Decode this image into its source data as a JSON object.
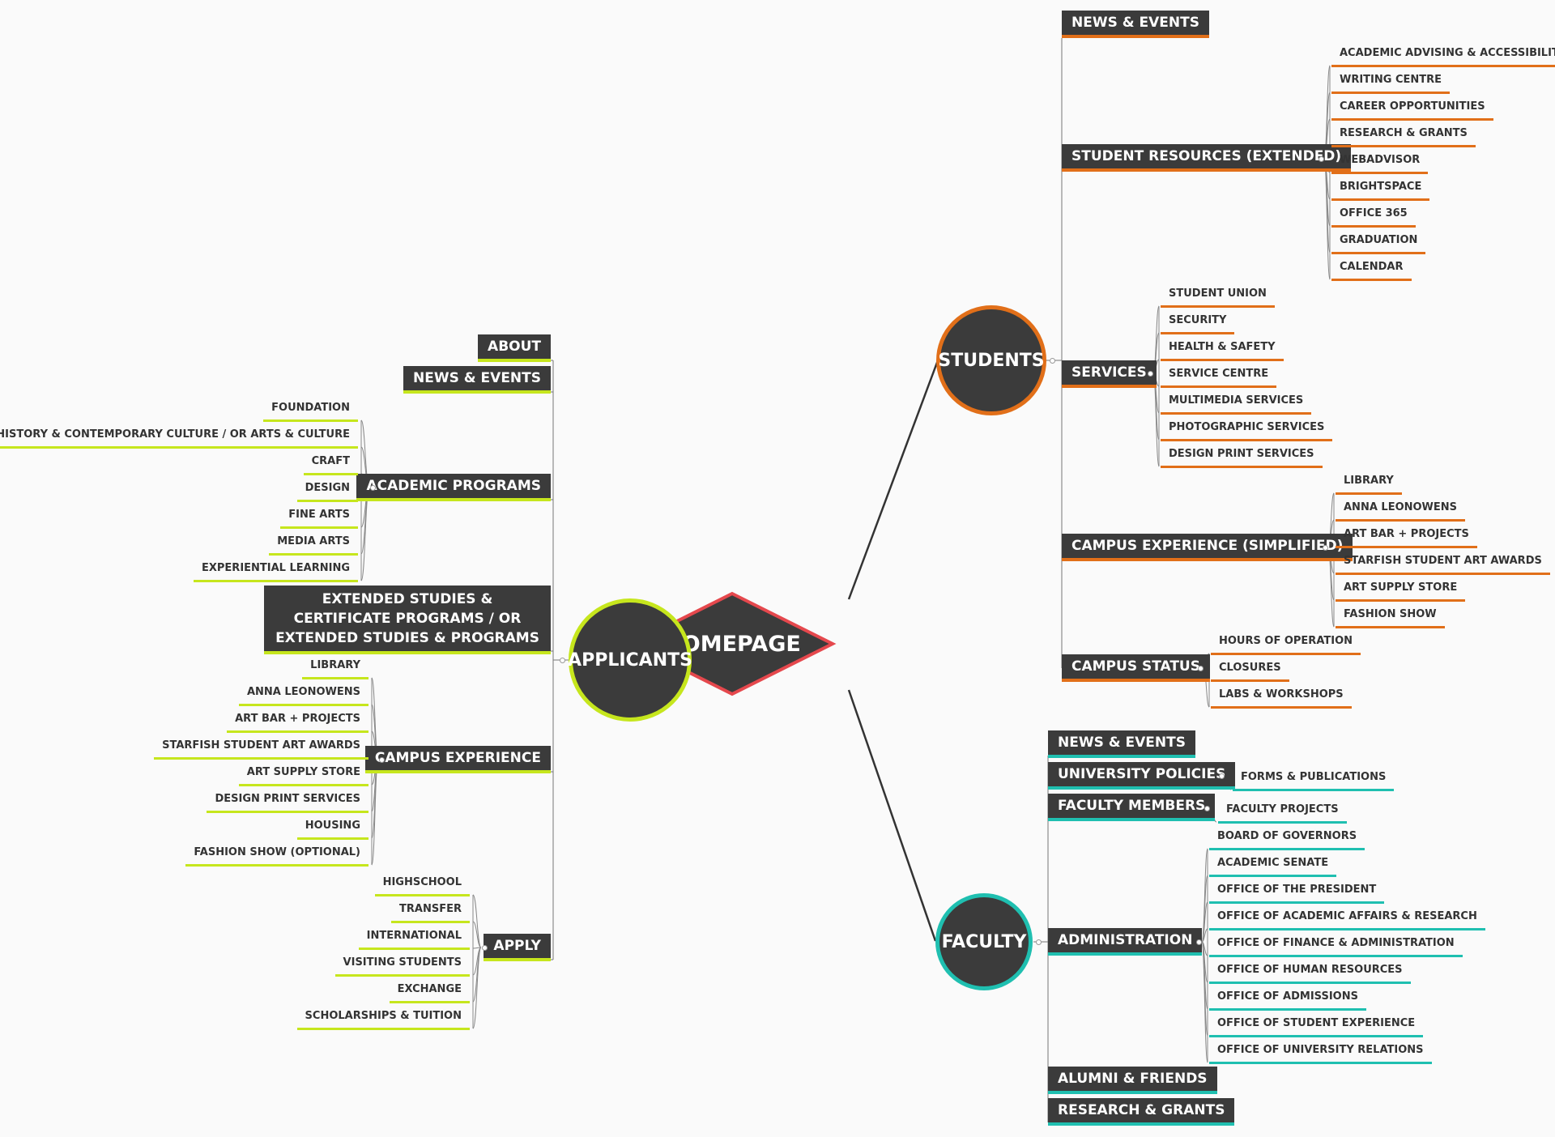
{
  "colors": {
    "root": "#e5484d",
    "applicants": "#c6e61d",
    "students": "#e16f19",
    "faculty": "#1fbfb0",
    "node_fill": "#3b3b3b",
    "line": "#555555"
  },
  "root": {
    "label": "HOMEPAGE"
  },
  "applicants": {
    "label": "APPLICANTS",
    "about": "ABOUT",
    "news_events": "NEWS & EVENTS",
    "academic_programs": {
      "label": "ACADEMIC PROGRAMS",
      "items": [
        "FOUNDATION",
        "ART HISTORY & CONTEMPORARY CULTURE / OR ARTS & CULTURE",
        "CRAFT",
        "DESIGN",
        "FINE ARTS",
        "MEDIA ARTS",
        "EXPERIENTIAL LEARNING"
      ]
    },
    "extended_studies": "EXTENDED STUDIES & CERTIFICATE PROGRAMS / OR EXTENDED STUDIES & PROGRAMS",
    "campus_experience": {
      "label": "CAMPUS EXPERIENCE",
      "items": [
        "LIBRARY",
        "ANNA LEONOWENS",
        "ART BAR + PROJECTS",
        "STARFISH STUDENT ART AWARDS",
        "ART SUPPLY STORE",
        "DESIGN PRINT SERVICES",
        "HOUSING",
        "FASHION SHOW (OPTIONAL)"
      ]
    },
    "apply": {
      "label": "APPLY",
      "items": [
        "HIGHSCHOOL",
        "TRANSFER",
        "INTERNATIONAL",
        "VISITING STUDENTS",
        "EXCHANGE",
        "SCHOLARSHIPS & TUITION"
      ]
    }
  },
  "students": {
    "label": "STUDENTS",
    "news_events": "NEWS & EVENTS",
    "resources": {
      "label": "STUDENT RESOURCES (EXTENDED)",
      "items": [
        "ACADEMIC ADVISING & ACCESSIBILITY",
        "WRITING CENTRE",
        "CAREER OPPORTUNITIES",
        "RESEARCH & GRANTS",
        "WEBADVISOR",
        "BRIGHTSPACE",
        "OFFICE 365",
        "GRADUATION",
        "CALENDAR"
      ]
    },
    "services": {
      "label": "SERVICES",
      "items": [
        "STUDENT UNION",
        "SECURITY",
        "HEALTH & SAFETY",
        "SERVICE CENTRE",
        "MULTIMEDIA SERVICES",
        "PHOTOGRAPHIC SERVICES",
        "DESIGN PRINT SERVICES"
      ]
    },
    "campus_experience": {
      "label": "CAMPUS EXPERIENCE (SIMPLIFIED)",
      "items": [
        "LIBRARY",
        "ANNA LEONOWENS",
        "ART BAR + PROJECTS",
        "STARFISH STUDENT ART AWARDS",
        "ART SUPPLY STORE",
        "FASHION SHOW"
      ]
    },
    "campus_status": {
      "label": "CAMPUS STATUS",
      "items": [
        "HOURS OF OPERATION",
        "CLOSURES",
        "LABS & WORKSHOPS"
      ]
    }
  },
  "faculty": {
    "label": "FACULTY",
    "news_events": "NEWS & EVENTS",
    "policies": {
      "label": "UNIVERSITY POLICIES",
      "items": [
        "FORMS & PUBLICATIONS"
      ]
    },
    "members": {
      "label": "FACULTY MEMBERS",
      "items": [
        "FACULTY PROJECTS"
      ]
    },
    "administration": {
      "label": "ADMINISTRATION",
      "items": [
        "BOARD OF GOVERNORS",
        "ACADEMIC SENATE",
        "OFFICE OF THE PRESIDENT",
        "OFFICE OF ACADEMIC AFFAIRS & RESEARCH",
        "OFFICE OF FINANCE & ADMINISTRATION",
        "OFFICE OF HUMAN RESOURCES",
        "OFFICE OF ADMISSIONS",
        "OFFICE OF STUDENT EXPERIENCE",
        "OFFICE OF UNIVERSITY RELATIONS"
      ]
    },
    "alumni": "ALUMNI & FRIENDS",
    "research": "RESEARCH & GRANTS"
  }
}
